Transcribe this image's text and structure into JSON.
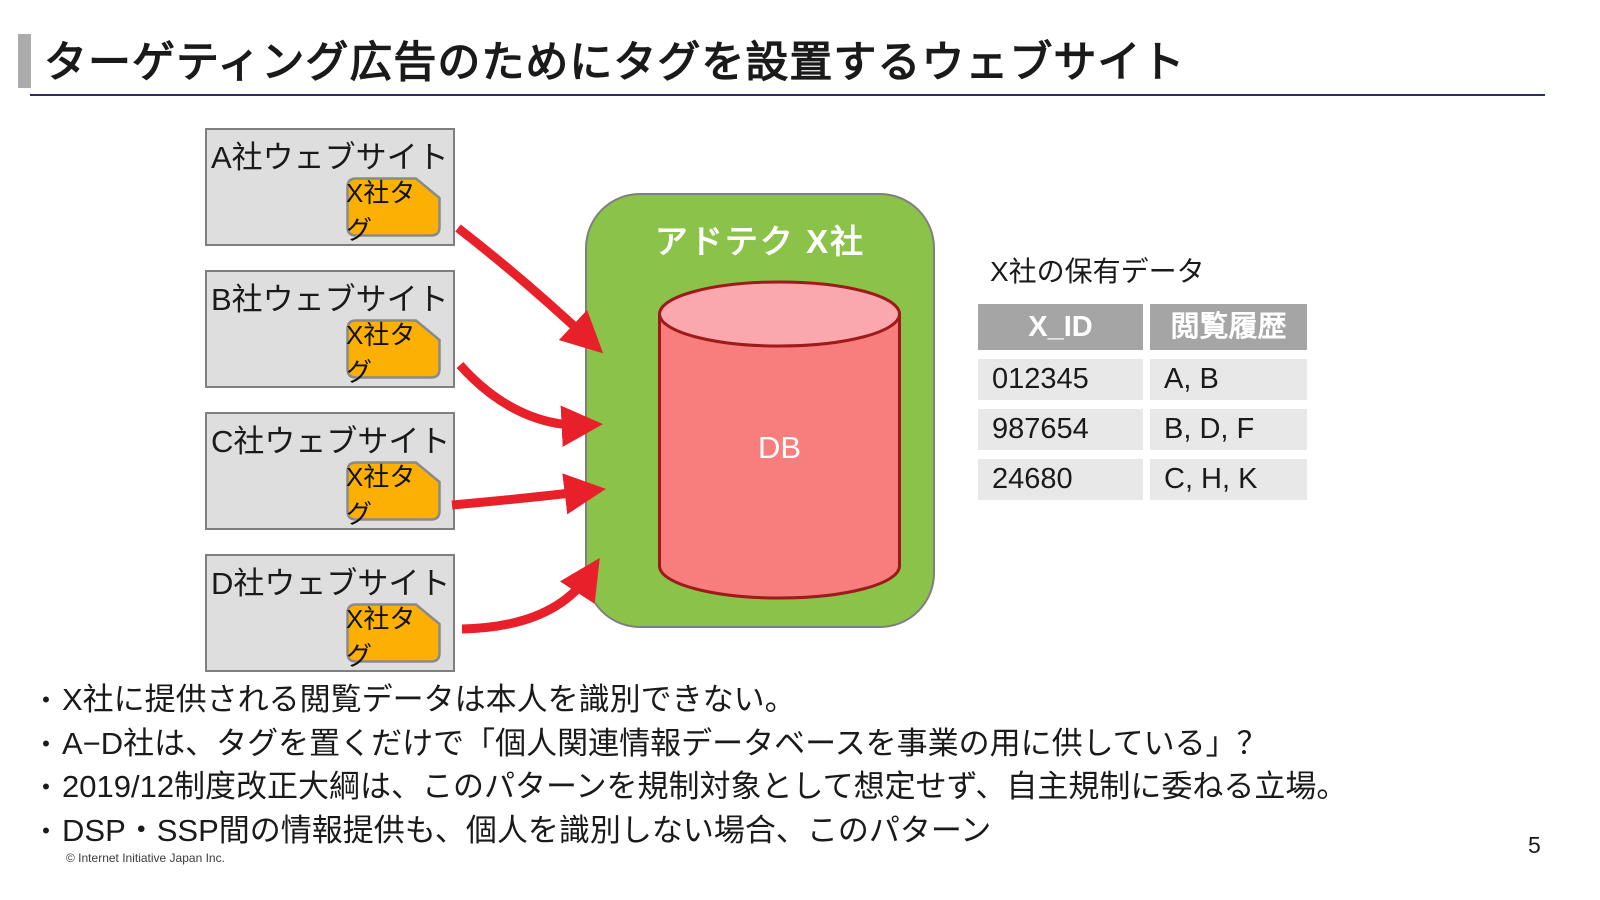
{
  "slide": {
    "title": "ターゲティング広告のためにタグを設置するウェブサイト",
    "copyright": "© Internet Initiative Japan Inc.",
    "page_number": "5"
  },
  "diagram": {
    "sites": [
      {
        "label": "A社ウェブサイト",
        "tag": "X社タグ"
      },
      {
        "label": "B社ウェブサイト",
        "tag": "X社タグ"
      },
      {
        "label": "C社ウェブサイト",
        "tag": "X社タグ"
      },
      {
        "label": "D社ウェブサイト",
        "tag": "X社タグ"
      }
    ],
    "adtech": {
      "label": "アドテク X社",
      "db_label": "DB"
    }
  },
  "table": {
    "title": "X社の保有データ",
    "headers": [
      "X_ID",
      "閲覧履歴"
    ],
    "rows": [
      [
        "012345",
        "A, B"
      ],
      [
        "987654",
        "B, D, F"
      ],
      [
        "24680",
        "C, H, K"
      ]
    ]
  },
  "bullets": [
    "X社に提供される閲覧データは本人を識別できない。",
    "A−D社は、タグを置くだけで「個人関連情報データベースを事業の用に供している」？",
    "2019/12制度改正大綱は、このパターンを規制対象として想定せず、自主規制に委ねる立場。",
    "DSP・SSP間の情報提供も、個人を識別しない場合、このパターン"
  ],
  "colors": {
    "green_box": "#8bc34a",
    "cylinder_body": "#f87e7e",
    "cylinder_top": "#faa7ad",
    "cylinder_border": "#9e1b1b",
    "tag_fill": "#fbb003",
    "tag_border": "#8a8a8a",
    "arrow_red": "#e8202a",
    "site_box_fill": "#dedede",
    "table_header_bg": "#a5a5a5",
    "table_row_bg": "#e8e8e8",
    "title_underline": "#2d2e64"
  }
}
